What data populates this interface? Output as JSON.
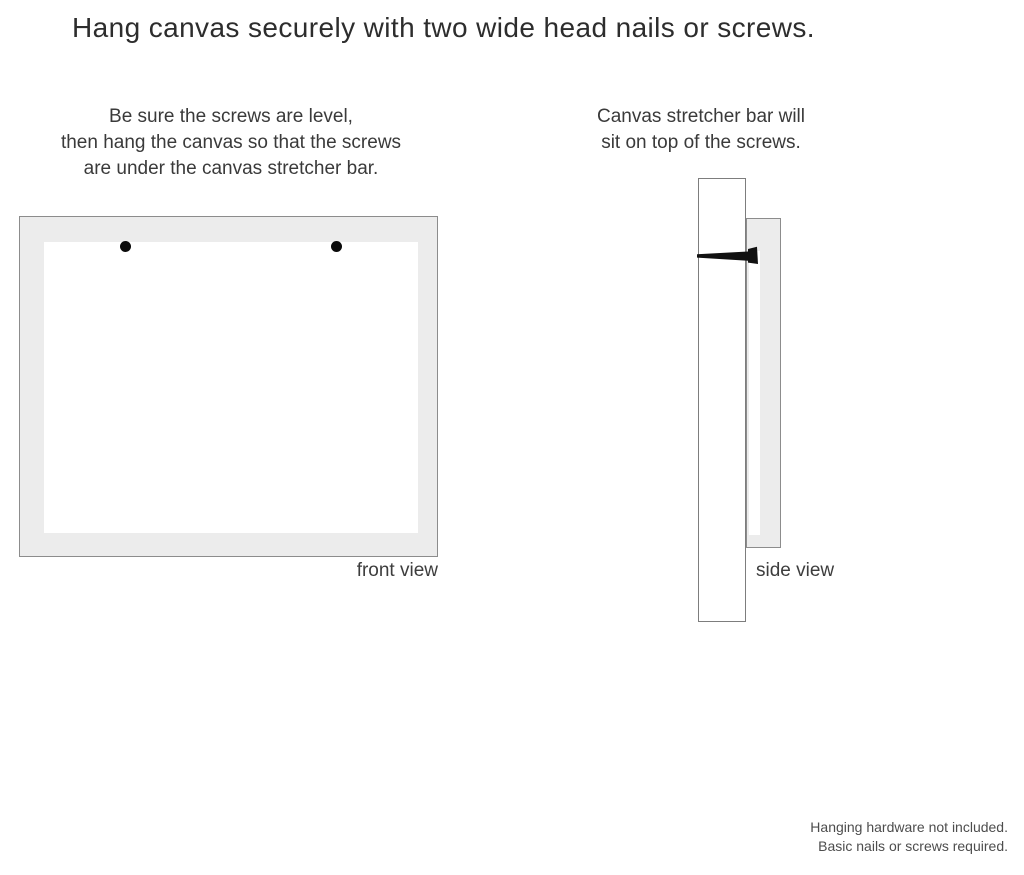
{
  "title": "Hang canvas securely with two wide head nails or screws.",
  "instructions": {
    "left": {
      "lines": [
        "Be sure the screws are level,",
        "then hang the canvas so that the screws",
        "are under the canvas stretcher bar."
      ]
    },
    "right": {
      "lines": [
        "Canvas stretcher bar will",
        "sit on top of the screws."
      ]
    }
  },
  "diagrams": {
    "front_view": {
      "label": "front view"
    },
    "side_view": {
      "label": "side view"
    }
  },
  "footer": {
    "lines": [
      "Hanging hardware not included.",
      "Basic nails or screws required."
    ]
  },
  "colors": {
    "canvas_fill": "#ececec",
    "outline": "#8c8c8c",
    "text": "#3a3a3a",
    "nail": "#111111"
  }
}
